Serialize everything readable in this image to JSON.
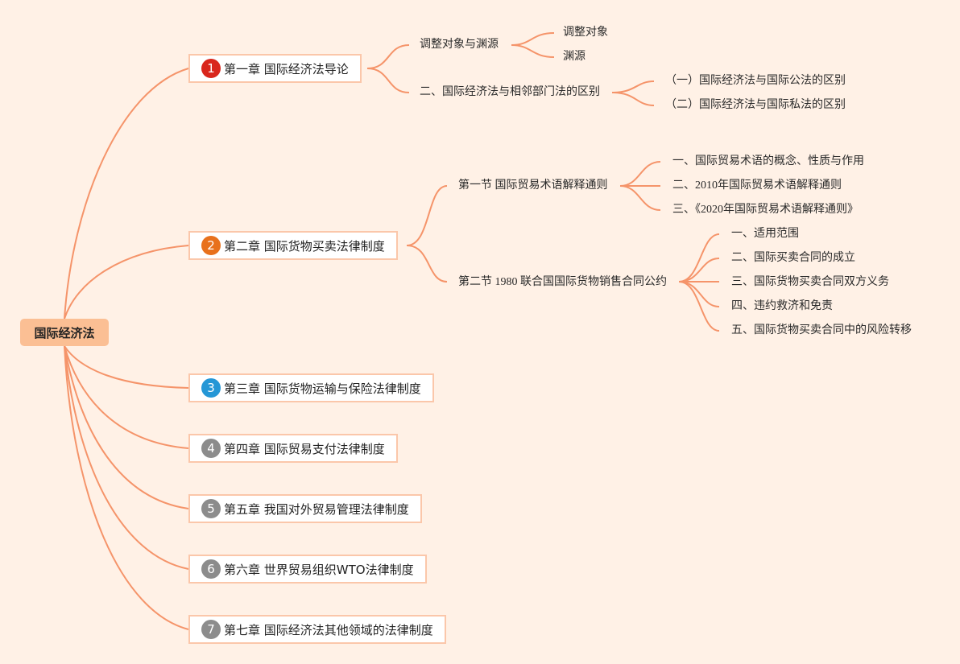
{
  "root": {
    "label": "国际经济法"
  },
  "chapters": [
    {
      "num": "1",
      "label": "第一章 国际经济法导论",
      "badge_color": "#d9261c",
      "children": [
        {
          "label": "调整对象与渊源",
          "children": [
            "调整对象",
            "渊源"
          ]
        },
        {
          "label": "二、国际经济法与相邻部门法的区别",
          "children": [
            "（一）国际经济法与国际公法的区别",
            "（二）国际经济法与国际私法的区别"
          ]
        }
      ]
    },
    {
      "num": "2",
      "label": "第二章 国际货物买卖法律制度",
      "badge_color": "#e8711c",
      "children": [
        {
          "label": "第一节 国际贸易术语解释通则",
          "children": [
            "一、国际贸易术语的概念、性质与作用",
            "二、2010年国际贸易术语解释通则",
            "三、《2020年国际贸易术语解释通则》"
          ]
        },
        {
          "label": "第二节 1980 联合国国际货物销售合同公约",
          "children": [
            "一、适用范围",
            "二、国际买卖合同的成立",
            "三、国际货物买卖合同双方义务",
            "四、违约救济和免责",
            "五、国际货物买卖合同中的风险转移"
          ]
        }
      ]
    },
    {
      "num": "3",
      "label": "第三章 国际货物运输与保险法律制度",
      "badge_color": "#2597d6"
    },
    {
      "num": "4",
      "label": "第四章 国际贸易支付法律制度",
      "badge_color": "#8c8c8c"
    },
    {
      "num": "5",
      "label": "第五章 我国对外贸易管理法律制度",
      "badge_color": "#8c8c8c"
    },
    {
      "num": "6",
      "label": "第六章 世界贸易组织WTO法律制度",
      "badge_color": "#8c8c8c"
    },
    {
      "num": "7",
      "label": "第七章 国际经济法其他领域的法律制度",
      "badge_color": "#8c8c8c"
    }
  ],
  "colors": {
    "background": "#fff1e6",
    "link": "#f5946a",
    "root_fill": "#fbbf94",
    "chapter_border": "#fbc7aa"
  }
}
